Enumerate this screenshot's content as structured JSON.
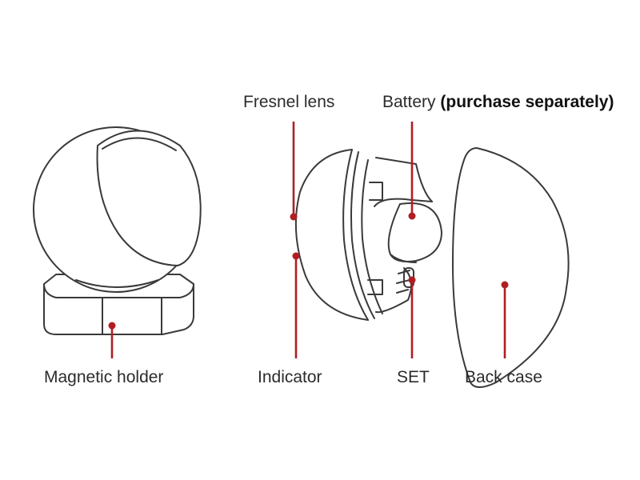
{
  "labels": {
    "fresnel_lens": "Fresnel lens",
    "battery": "Battery",
    "battery_note": "(purchase separately)",
    "magnetic_holder": "Magnetic holder",
    "indicator": "Indicator",
    "set": "SET",
    "back_case": "Back case"
  },
  "colors": {
    "outline": "#3a3a3a",
    "callout": "#b01e23",
    "text": "#2b2b2b"
  }
}
